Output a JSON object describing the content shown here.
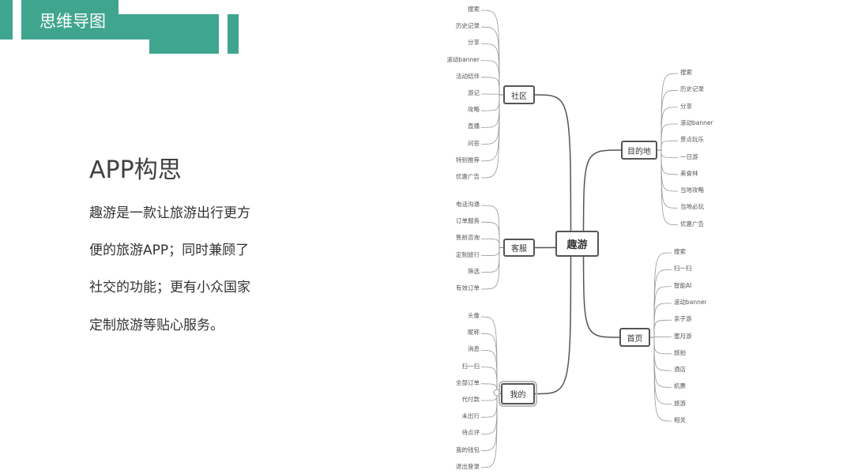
{
  "header": {
    "title": "思维导图"
  },
  "intro": {
    "heading": "APP构思",
    "lines": [
      "趣游是一款让旅游出行更方",
      "便的旅游APP；同时兼顾了",
      "社交的功能；更有小众国家",
      "定制旅游等贴心服务。"
    ]
  },
  "accent": "#40a58f",
  "mindmap": {
    "root": "趣游",
    "branches": [
      {
        "label": "社区",
        "side": "left",
        "leaves": [
          "搜索",
          "历史记录",
          "分享",
          "滚动banner",
          "活动结伴",
          "游记",
          "攻略",
          "直播",
          "问答",
          "特别推荐",
          "优惠广告"
        ]
      },
      {
        "label": "客服",
        "side": "left",
        "leaves": [
          "电话沟通",
          "订单服务",
          "售前咨询",
          "定制旅行",
          "筛选",
          "有效订单"
        ]
      },
      {
        "label": "我的",
        "side": "left",
        "leaves": [
          "头像",
          "昵称",
          "消息",
          "扫一扫",
          "全部订单",
          "代付款",
          "未出行",
          "待点评",
          "我的钱包",
          "退出登录"
        ]
      },
      {
        "label": "目的地",
        "side": "right",
        "leaves": [
          "搜索",
          "历史记录",
          "分享",
          "滚动banner",
          "景点玩乐",
          "一日游",
          "美食林",
          "当地攻略",
          "当地必玩",
          "优惠广告"
        ]
      },
      {
        "label": "首页",
        "side": "right",
        "leaves": [
          "搜索",
          "扫一扫",
          "智能AI",
          "滚动banner",
          "亲子游",
          "蜜月游",
          "旅拍",
          "酒店",
          "机票",
          "旅游",
          "相关"
        ]
      }
    ]
  }
}
